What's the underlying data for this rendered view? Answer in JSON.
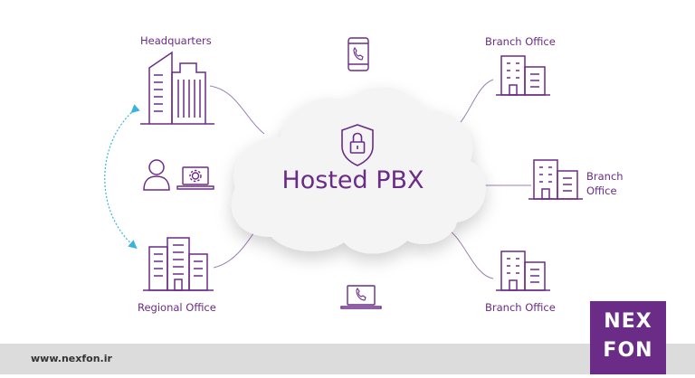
{
  "labels": {
    "headquarters": "Headquarters",
    "regional_office": "Regional Office",
    "branch_top": "Branch Office",
    "branch_middle_line1": "Branch",
    "branch_middle_line2": "Office",
    "branch_bottom": "Branch Office"
  },
  "center": {
    "title": "Hosted PBX"
  },
  "footer": {
    "url": "www.nexfon.ir"
  },
  "logo": {
    "line1": "NEX",
    "line2": "FON"
  },
  "colors": {
    "purple": "#6a2c86",
    "blue_arrow": "#3bb3e0",
    "connector": "#9a7fb4",
    "cloud": "#f4f4f4",
    "footer_bg": "#dcdcdc"
  },
  "icons": [
    "office-building-icon",
    "smartphone-icon",
    "shield-lock-icon",
    "user-icon",
    "laptop-settings-icon",
    "laptop-phone-icon"
  ]
}
